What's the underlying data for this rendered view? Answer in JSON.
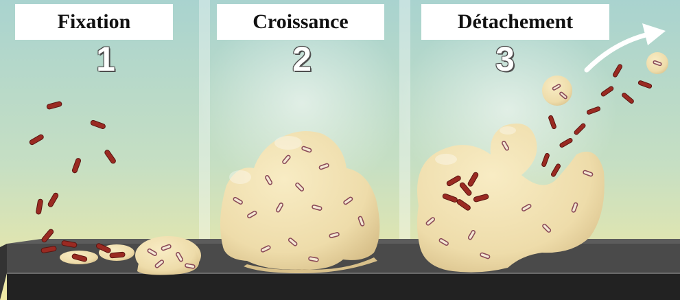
{
  "stages": [
    {
      "label": "Fixation",
      "number": "1"
    },
    {
      "label": "Croissance",
      "number": "2"
    },
    {
      "label": "Détachement",
      "number": "3"
    }
  ],
  "colors": {
    "background_top": "#a9d3cf",
    "background_bottom": "#f1e9a4",
    "biofilm": "#eedcaa",
    "bacteria": "#9a2a22",
    "surface_top": "#5a5a5a",
    "surface_front": "#2a2a2a",
    "arrow": "#ffffff"
  }
}
